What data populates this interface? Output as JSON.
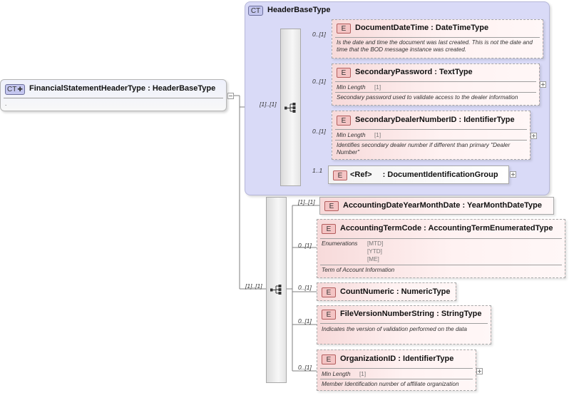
{
  "root": {
    "badge": "CT",
    "name": "FinancialStatementHeaderType",
    "type": "HeaderBaseType",
    "note": "."
  },
  "base_type": {
    "badge": "CT",
    "name": "HeaderBaseType"
  },
  "element_badge": "E",
  "colon": ":",
  "group_cardinalities": {
    "base_sequence": "[1]..[1]",
    "extension_sequence": "[1]..[1]"
  },
  "base_elements": [
    {
      "name": "DocumentDateTime",
      "type": "DateTimeType",
      "card": "0..[1]",
      "desc": "Is the date and time the document was last created. This is not the date and time that the BOD message instance was created."
    },
    {
      "name": "SecondaryPassword",
      "type": "TextType",
      "card": "0..[1]",
      "facet_label": "Min Length",
      "facet_value": "[1]",
      "desc": "Secondary password used to validate access to the dealer information"
    },
    {
      "name": "SecondaryDealerNumberID",
      "type": "IdentifierType",
      "card": "0..[1]",
      "facet_label": "Min Length",
      "facet_value": "[1]",
      "desc": "Identifies secondary dealer number if different than primary \"Dealer Number\""
    },
    {
      "name": "<Ref>",
      "type": "DocumentIdentificationGroup",
      "card": "1..1"
    }
  ],
  "ext_elements": [
    {
      "name": "AccountingDateYearMonthDate",
      "type": "YearMonthDateType",
      "card": "[1]..[1]"
    },
    {
      "name": "AccountingTermCode",
      "type": "AccountingTermEnumeratedType",
      "card": "0..[1]",
      "facet_label": "Enumerations",
      "enumerations": [
        "[MTD]",
        "[YTD]",
        "[ME]"
      ],
      "desc": "Term of Account Information"
    },
    {
      "name": "CountNumeric",
      "type": "NumericType",
      "card": "0..[1]"
    },
    {
      "name": "FileVersionNumberString",
      "type": "StringType",
      "card": "0..[1]",
      "desc": "Indicates the version of validation performed on the data"
    },
    {
      "name": "OrganizationID",
      "type": "IdentifierType",
      "card": "0..[1]",
      "facet_label": "Min Length",
      "facet_value": "[1]",
      "desc": "Member Identification number of affiliate organization"
    }
  ]
}
